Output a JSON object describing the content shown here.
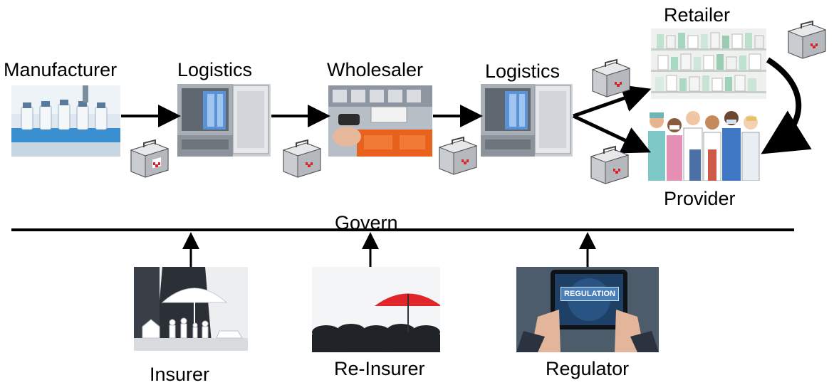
{
  "nodes": {
    "manufacturer": "Manufacturer",
    "logistics_1": "Logistics",
    "wholesaler": "Wholesaler",
    "logistics_2": "Logistics",
    "retailer": "Retailer",
    "provider": "Provider"
  },
  "govern_label": "Govern",
  "stakeholders": {
    "insurer": "Insurer",
    "reinsurer": "Re-Insurer",
    "regulator": "Regulator"
  },
  "regulation_sign": "REGULATION",
  "icons": [
    "medical-kit-icon",
    "arrow-icon"
  ],
  "colors": {
    "line": "#000000",
    "kit_body": "#c9ccd0",
    "kit_cross": "#d8232a",
    "umbrella_red": "#e0262b"
  }
}
